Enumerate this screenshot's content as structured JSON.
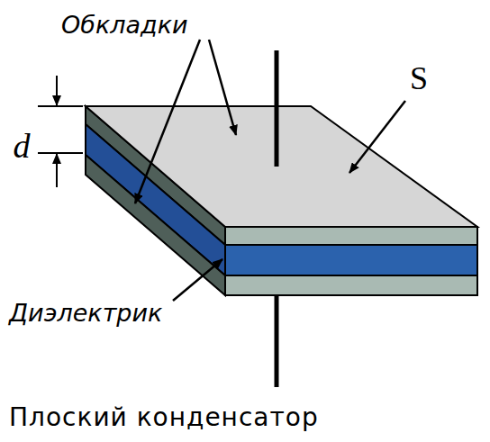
{
  "diagram": {
    "caption": "Плоский конденсатор",
    "labels": [
      "Обкладки",
      "d",
      "S",
      "Диэлектрик"
    ]
  }
}
